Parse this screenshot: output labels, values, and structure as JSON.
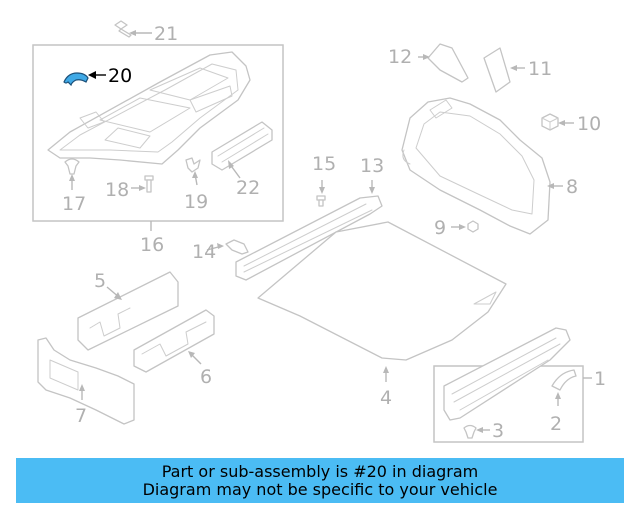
{
  "callouts": {
    "c1": "1",
    "c2": "2",
    "c3": "3",
    "c4": "4",
    "c5": "5",
    "c6": "6",
    "c7": "7",
    "c8": "8",
    "c9": "9",
    "c10": "10",
    "c11": "11",
    "c12": "12",
    "c13": "13",
    "c14": "14",
    "c15": "15",
    "c16": "16",
    "c17": "17",
    "c18": "18",
    "c19": "19",
    "c20": "20",
    "c21": "21",
    "c22": "22"
  },
  "highlighted_part": "20",
  "notice": {
    "line1": "Part or sub-assembly is #20 in diagram",
    "line2": "Diagram may not be specific to your vehicle"
  },
  "colors": {
    "notice_bg": "#4bbcf4",
    "highlight_fill": "#3fa9e6",
    "line_gray": "#c4c4c4"
  }
}
